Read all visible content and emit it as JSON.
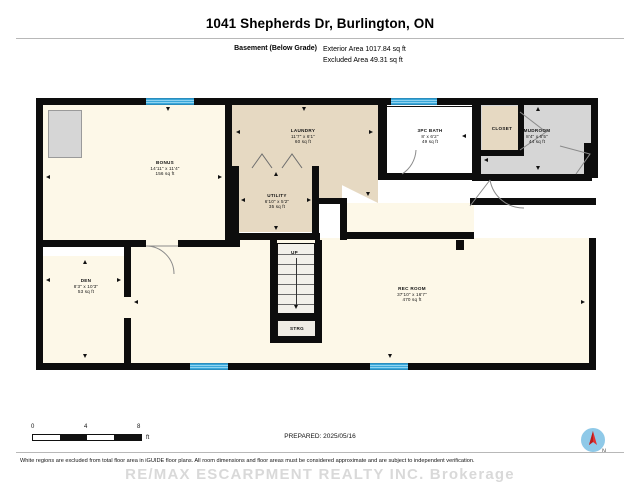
{
  "header": {
    "title": "1041 Shepherds Dr, Burlington, ON",
    "level_label": "Basement (Below Grade)",
    "exterior_area": "Exterior Area 1017.84 sq ft",
    "excluded_area": "Excluded Area 49.31 sq ft"
  },
  "rooms": [
    {
      "name": "BONUS",
      "dims": "14'11\" x 11'4\"",
      "area": "156 sq ft"
    },
    {
      "name": "LAUNDRY",
      "dims": "11'7\" x 6'1\"",
      "area": "60 sq ft"
    },
    {
      "name": "UTILITY",
      "dims": "6'10\" x 5'2\"",
      "area": "35 sq ft"
    },
    {
      "name": "3PC BATH",
      "dims": "8' x 6'2\"",
      "area": "49 sq ft"
    },
    {
      "name": "MUDROOM",
      "dims": "8'4\" x 6'5\"",
      "area": "44 sq ft"
    },
    {
      "name": "DEN",
      "dims": "8'3\" x 10'3\"",
      "area": "53 sq ft"
    },
    {
      "name": "REC ROOM",
      "dims": "37'10\" x 16'7\"",
      "area": "470 sq ft"
    }
  ],
  "labels": {
    "closet": "CLOSET",
    "storage": "STRG",
    "stairs_up": "UP"
  },
  "scale": {
    "tick_0": "0",
    "tick_4": "4",
    "tick_8": "8",
    "unit": "ft"
  },
  "footer": {
    "prepared": "PREPARED: 2025/05/16",
    "disclaimer": "White regions are excluded from total floor area in iGUIDE floor plans. All room dimensions and floor areas must be considered approximate and are subject to independent verification.",
    "watermark": "RE/MAX ESCARPMENT REALTY INC.   Brokerage"
  },
  "colors": {
    "wall": "#0d0d0d",
    "floor_cream": "#fdf8e8",
    "floor_tan": "#e6d9c2",
    "floor_excluded": "#d6d6d6",
    "window": "#3aa7d9",
    "watermark": "#d9d9d9",
    "compass_needle": "#e03030"
  }
}
